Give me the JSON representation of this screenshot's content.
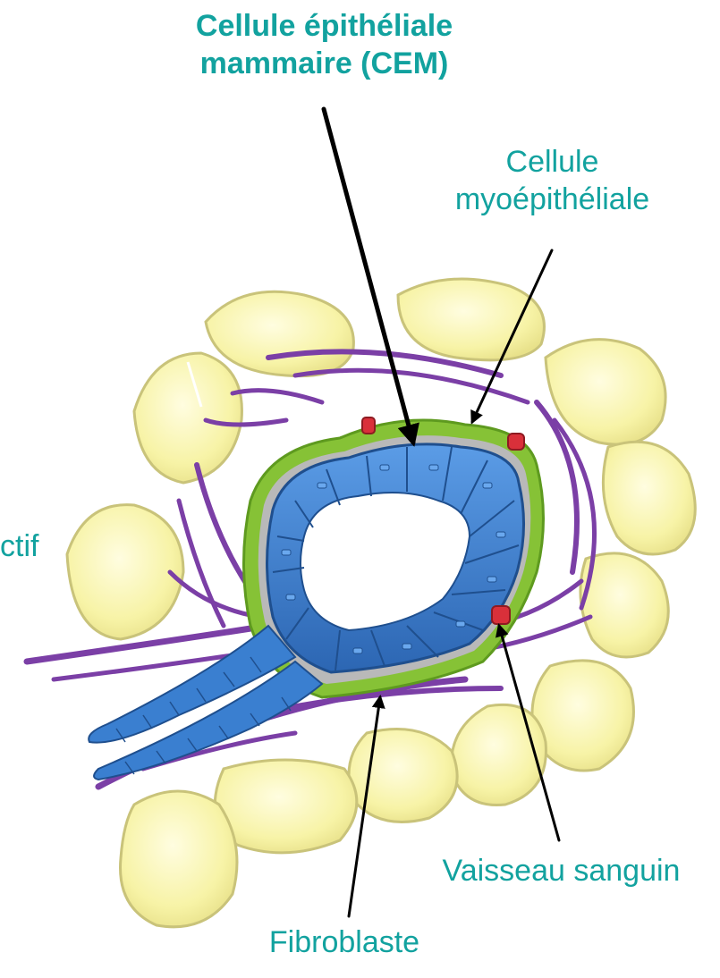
{
  "labels": {
    "cem_line1": "Cellule épithéliale",
    "cem_line2": "mammaire (CEM)",
    "myo_line1": "Cellule",
    "myo_line2": "myoépithéliale",
    "tissu_fragment": "ctif",
    "vaisseau": "Vaisseau sanguin",
    "fibroblaste": "Fibroblaste"
  },
  "colors": {
    "label_text": "#12a29f",
    "adipocyte": "#f7f3a6",
    "adipocyte_stroke": "#c9c37a",
    "fibroblast": "#7b3fa6",
    "myoepithelial": "#86c236",
    "epithelial": "#3a7fd0",
    "blood_vessel": "#d9303a",
    "pointer": "#000000"
  }
}
